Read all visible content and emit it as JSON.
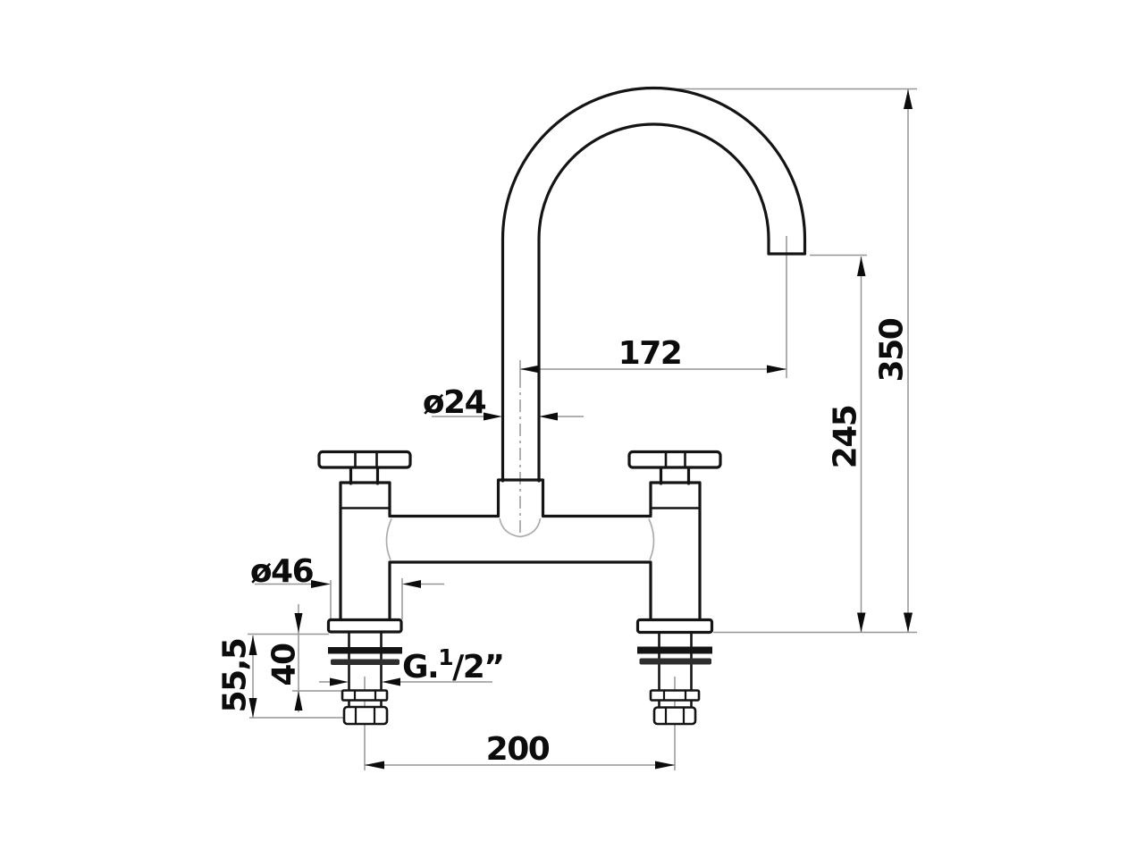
{
  "colors": {
    "ink": "#141414",
    "dim_line": "#969696",
    "soft_line": "#ababab",
    "text": "#0c0c0c",
    "background": "#ffffff"
  },
  "dims": {
    "spout_reach": "172",
    "spout_tube_diameter": "ø24",
    "overall_height": "350",
    "spout_outlet_height": "245",
    "flange_diameter": "ø46",
    "shank_clamp_length": "40",
    "shank_total_length": "55,5",
    "hole_centres": "200",
    "thread": {
      "prefix": "G.",
      "numerator": "1",
      "rest": "/2”"
    }
  }
}
